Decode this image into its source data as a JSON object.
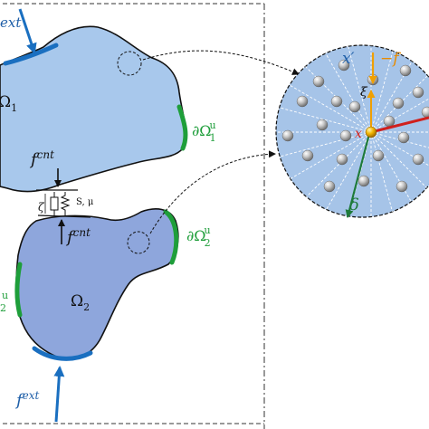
{
  "labels": {
    "f_ext_top": "ext",
    "f_ext_bottom_base": "f",
    "f_ext_bottom_sup": "ext",
    "omega1_sub": "1",
    "omega2_base": "Ω",
    "omega2_sub": "2",
    "boundary1_base": "∂Ω",
    "boundary1_sub": "1",
    "boundary1_sup": "u",
    "boundary2_base": "∂Ω",
    "boundary2_sub": "2",
    "boundary2_sup": "u",
    "boundary_left_sup": "u",
    "boundary_left_sub": "2",
    "f_cnt_top_base": "f",
    "f_cnt_top_sup": "cnt",
    "f_cnt_bottom_base": "f",
    "f_cnt_bottom_sup": "cnt",
    "contact_zeta": "ζ",
    "contact_s_mu": "S, μ",
    "zoom_x_prime": "x′",
    "zoom_minus_f": "−f",
    "zoom_xi": "ξ",
    "zoom_x": "x",
    "zoom_delta": "δ"
  },
  "colors": {
    "body1_fill": "#a8c8ec",
    "body2_fill": "#8ea6dc",
    "zoom_fill": "#a6c4e8",
    "boundary_green": "#1e9e3a",
    "force_blue": "#1a6fc0",
    "orange": "#f0a000",
    "red": "#d0201d",
    "delta_green": "#1e7a3a"
  }
}
